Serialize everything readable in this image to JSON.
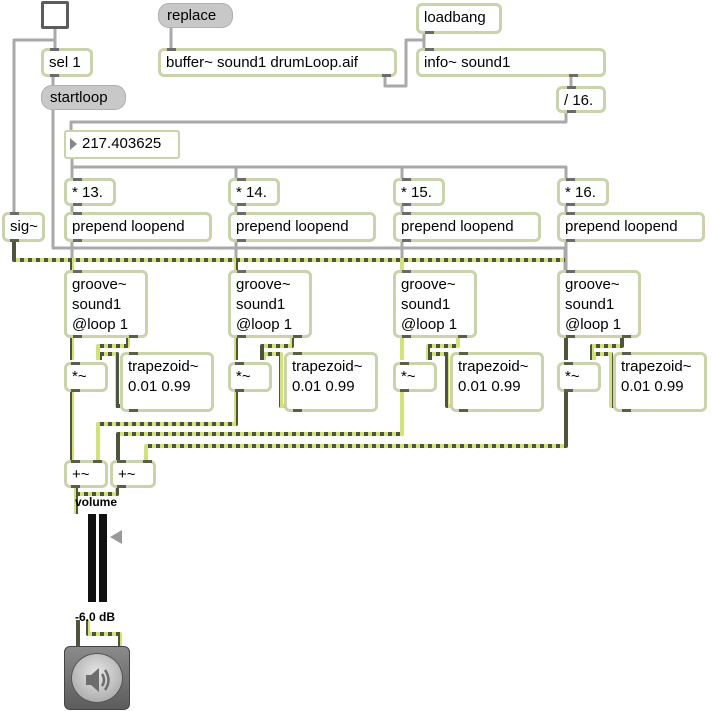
{
  "objects": {
    "toggle": "",
    "sel": "sel 1",
    "startloop": "startloop",
    "sig": "sig~",
    "replace": "replace",
    "buffer": "buffer~ sound1 drumLoop.aif",
    "loadbang": "loadbang",
    "info": "info~ sound1",
    "div16": "/ 16.",
    "number": "217.403625",
    "mul": [
      "* 13.",
      "* 14.",
      "* 15.",
      "* 16."
    ],
    "prepend": [
      "prepend loopend",
      "prepend loopend",
      "prepend loopend",
      "prepend loopend"
    ],
    "groove": [
      "groove~",
      "sound1",
      "@loop 1"
    ],
    "trapezoid": [
      "trapezoid~",
      "0.01 0.99"
    ],
    "times": "*~",
    "plus": [
      "+~",
      "+~"
    ],
    "volume_label": "volume",
    "gain_label": "-6.0 dB",
    "dac_icon": "speaker-icon"
  },
  "colors": {
    "object_border": "#c9d3ac",
    "message_fill": "#c8c8c8",
    "control_wire": "#a9a9a9",
    "signal_wire_a": "#d3e17c",
    "signal_wire_b": "#4f553b"
  }
}
